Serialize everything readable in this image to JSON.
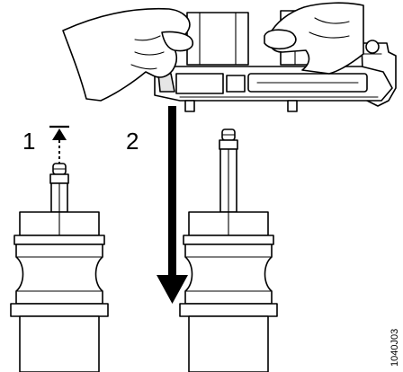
{
  "steps": [
    {
      "number": "1"
    },
    {
      "number": "2"
    }
  ],
  "figure_code": "1040J03"
}
